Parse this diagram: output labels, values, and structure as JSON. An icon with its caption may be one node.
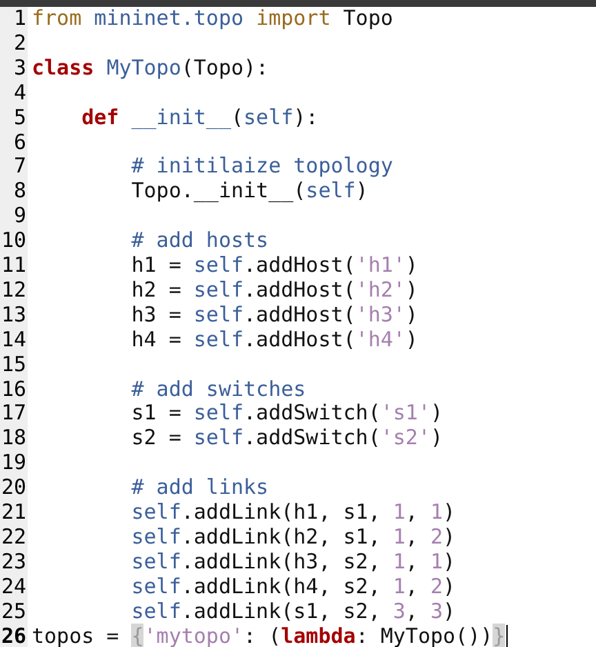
{
  "diagram": {
    "labels": [
      "1",
      "from mininet.topo import Topo",
      "2",
      "3",
      "class MyTopo(Topo):",
      "4",
      "5",
      "def __init__(self):",
      "6",
      "7",
      "# initilaize topology",
      "8",
      "Topo.__init__(self)",
      "9",
      "10",
      "# add hosts",
      "11",
      "h1 = self.addHost('h1')",
      "12",
      "h2 = self.addHost('h2')",
      "13",
      "h3 = self.addHost('h3')",
      "14",
      "h4 = self.addHost('h4')",
      "15",
      "16",
      "# add switches",
      "17",
      "s1 = self.addSwitch('s1')",
      "18",
      "s2 = self.addSwitch('s2')",
      "19",
      "20",
      "# add links",
      "21",
      "self.addLink(h1, s1, 1, 1)",
      "22",
      "self.addLink(h2, s1, 1, 2)",
      "23",
      "self.addLink(h3, s2, 1, 1)",
      "24",
      "self.addLink(h4, s2, 1, 2)",
      "25",
      "self.addLink(s1, s2, 3, 3)",
      "26",
      "topos = {'mytopo': (lambda: MyTopo())}"
    ]
  }
}
